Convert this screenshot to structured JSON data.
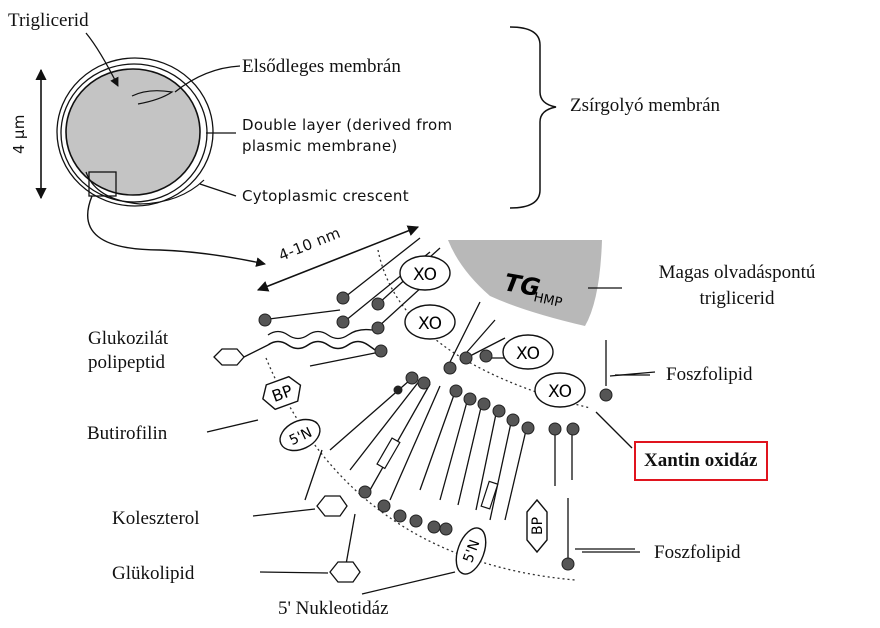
{
  "labels": {
    "triglicerid": "Triglicerid",
    "elsodleges_membran": "Elsődleges membrán",
    "double_layer_1": "Double layer (derived from",
    "double_layer_2": "plasmic membrane)",
    "cytoplasmic_crescent": "Cytoplasmic  crescent",
    "zsirgolyo_membran": "Zsírgolyó membrán",
    "size_4um": "4 µm",
    "size_4_10nm": "4-10 nm",
    "magas_1": "Magas olvadáspontú",
    "magas_2": "triglicerid",
    "glukozilat_1": "Glukozilát",
    "glukozilat_2": "polipeptid",
    "foszfolipid_top": "Foszfolipid",
    "butirofilin": "Butirofilin",
    "xantin_oxidaz": "Xantin oxidáz",
    "koleszterol": "Koleszterol",
    "glukolipid": "Glükolipid",
    "foszfolipid_bottom": "Foszfolipid",
    "nukleotidaz": "5' Nukleotidáz"
  },
  "shapes": {
    "xo": "XO",
    "bp": "BP",
    "nucleotidase": "5'N",
    "tg_main": "TG",
    "tg_sub": "HMP"
  },
  "colors": {
    "droplet_fill": "#c4c4c4",
    "tg_region_fill": "#b8b8b8",
    "highlight_border": "#e0141e",
    "line": "#111111",
    "head_fill": "#555555"
  }
}
